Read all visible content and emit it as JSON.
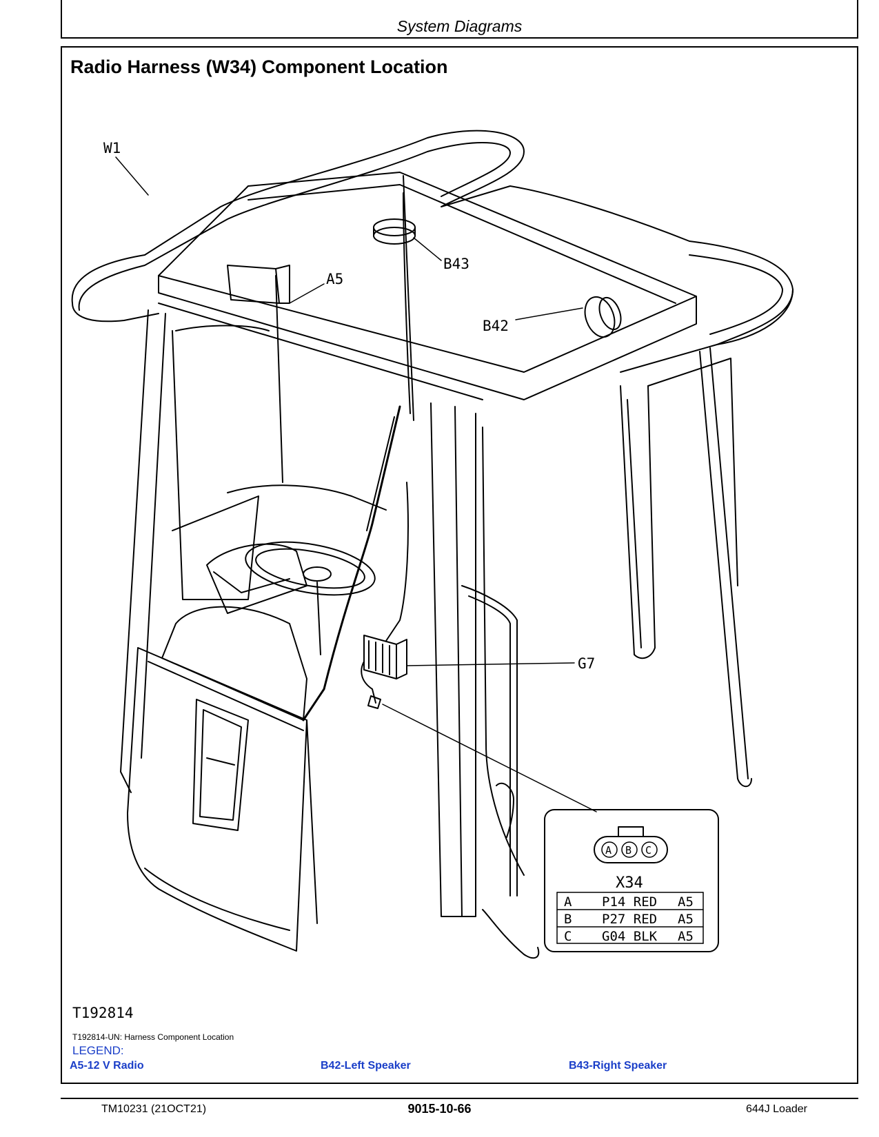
{
  "header": {
    "section_title": "System Diagrams"
  },
  "page_title": "Radio Harness (W34) Component Location",
  "callouts": {
    "w1": "W1",
    "b43": "B43",
    "a5": "A5",
    "b42": "B42",
    "g7": "G7"
  },
  "connector": {
    "name": "X34",
    "pins": [
      "A",
      "B",
      "C"
    ],
    "rows": [
      {
        "pin": "A",
        "wire": "P14 RED",
        "dest": "A5"
      },
      {
        "pin": "B",
        "wire": "P27 RED",
        "dest": "A5"
      },
      {
        "pin": "C",
        "wire": "G04 BLK",
        "dest": "A5"
      }
    ]
  },
  "figure_id": "T192814",
  "caption": "T192814-UN: Harness Component Location",
  "legend": {
    "title": "LEGEND:",
    "items": [
      "A5-12 V Radio",
      "B42-Left Speaker",
      "B43-Right Speaker"
    ],
    "color": "#1a3ec8"
  },
  "footer": {
    "manual": "TM10231 (21OCT21)",
    "page": "9015-10-66",
    "model": "644J Loader"
  }
}
